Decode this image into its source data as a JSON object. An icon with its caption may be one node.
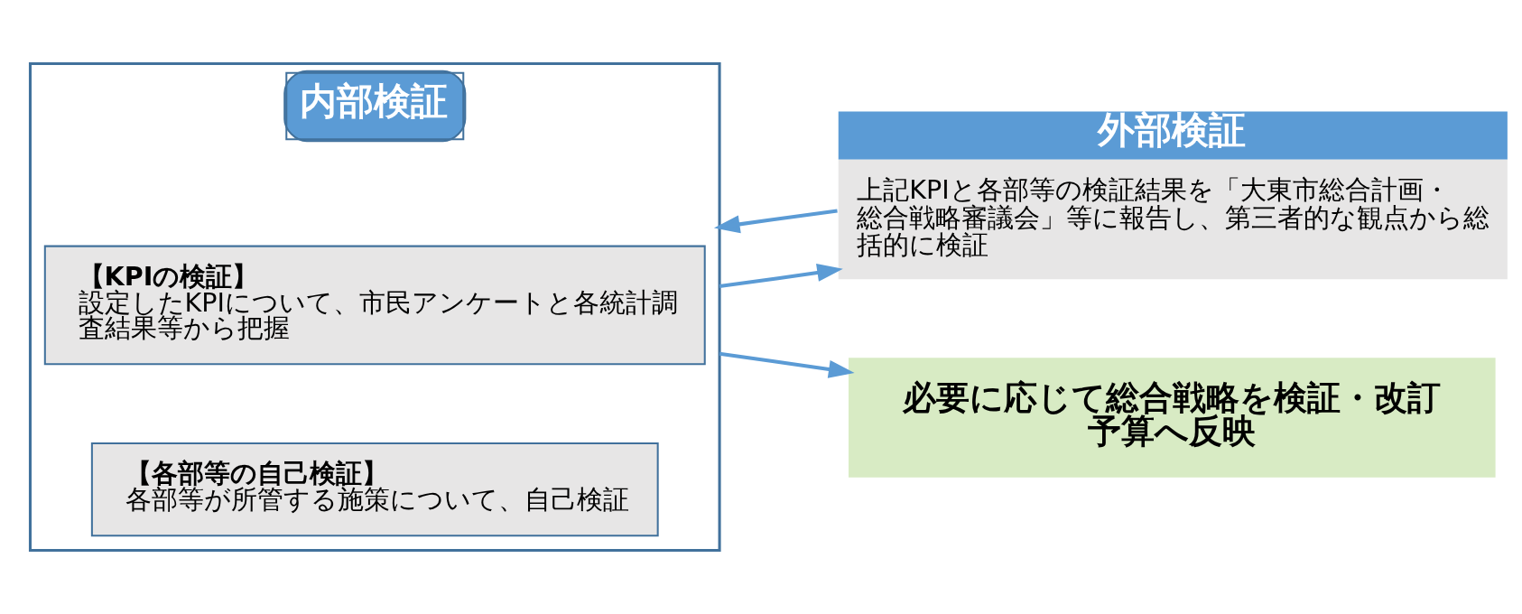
{
  "diagram": {
    "nodes": [
      {
        "text": [
          "内部検証"
        ]
      },
      {
        "text": [
          "【KPIの検証】",
          "設定したKPIについて、市民アンケートと各統計調査結果等から把握"
        ],
        "in": 0
      },
      {
        "text": [
          "【各部等の自己検証】",
          "各部等が所管する施策について、自己検証"
        ],
        "in": 0
      },
      {
        "text": [
          "外部検証",
          "上記KPIと各部等の検証結果を「大東市総合計画・総合戦略審議会」等に報告し、第三者的な観点から総括的に検証"
        ]
      },
      {
        "text": [
          "必要に応じて総合戦略を検証・改訂",
          "予算へ反映"
        ]
      }
    ],
    "edges": [
      {
        "from": 0,
        "to": 3,
        "arrow": "to"
      },
      {
        "from": 3,
        "to": 0,
        "arrow": "to"
      },
      {
        "from": 0,
        "to": 4,
        "arrow": "to"
      }
    ]
  }
}
